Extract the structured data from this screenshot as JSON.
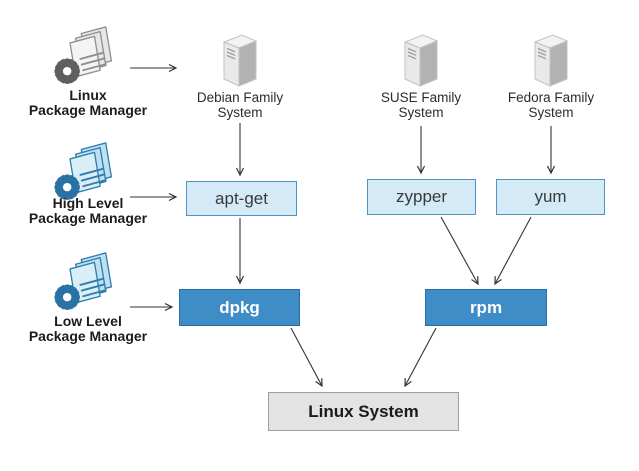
{
  "diagram_title": "Linux package management flow",
  "nodes": {
    "linux_pm": {
      "line1": "Linux",
      "line2": "Package Manager",
      "icon": "gear-document-stack-icon"
    },
    "high_level_pm": {
      "line1": "High Level",
      "line2": "Package Manager",
      "icon": "gear-document-stack-icon"
    },
    "low_level_pm": {
      "line1": "Low Level",
      "line2": "Package Manager",
      "icon": "gear-document-stack-icon"
    },
    "debian": {
      "line1": "Debian Family",
      "line2": "System",
      "icon": "server-tower-icon"
    },
    "suse": {
      "line1": "SUSE Family",
      "line2": "System",
      "icon": "server-tower-icon"
    },
    "fedora": {
      "line1": "Fedora Family",
      "line2": "System",
      "icon": "server-tower-icon"
    },
    "apt_get": {
      "label": "apt-get"
    },
    "zypper": {
      "label": "zypper"
    },
    "yum": {
      "label": "yum"
    },
    "dpkg": {
      "label": "dpkg"
    },
    "rpm": {
      "label": "rpm"
    },
    "linux_system": {
      "label": "Linux System"
    }
  },
  "edges": [
    "linux_pm -> debian",
    "high_level_pm -> apt_get",
    "low_level_pm -> dpkg",
    "debian -> apt_get",
    "suse -> zypper",
    "fedora -> yum",
    "apt_get -> dpkg",
    "zypper -> rpm",
    "yum -> rpm",
    "dpkg -> linux_system",
    "rpm -> linux_system"
  ],
  "colors": {
    "light_box_fill": "#d5eaf7",
    "light_box_border": "#4e94c4",
    "dark_box_fill": "#3f8dc6",
    "dark_box_border": "#2a6da3",
    "system_box_fill": "#e3e3e3",
    "system_box_border": "#9e9e9e",
    "arrow": "#333333",
    "icon_blue": "#2a72a3",
    "icon_gray": "#5f5f5f"
  }
}
